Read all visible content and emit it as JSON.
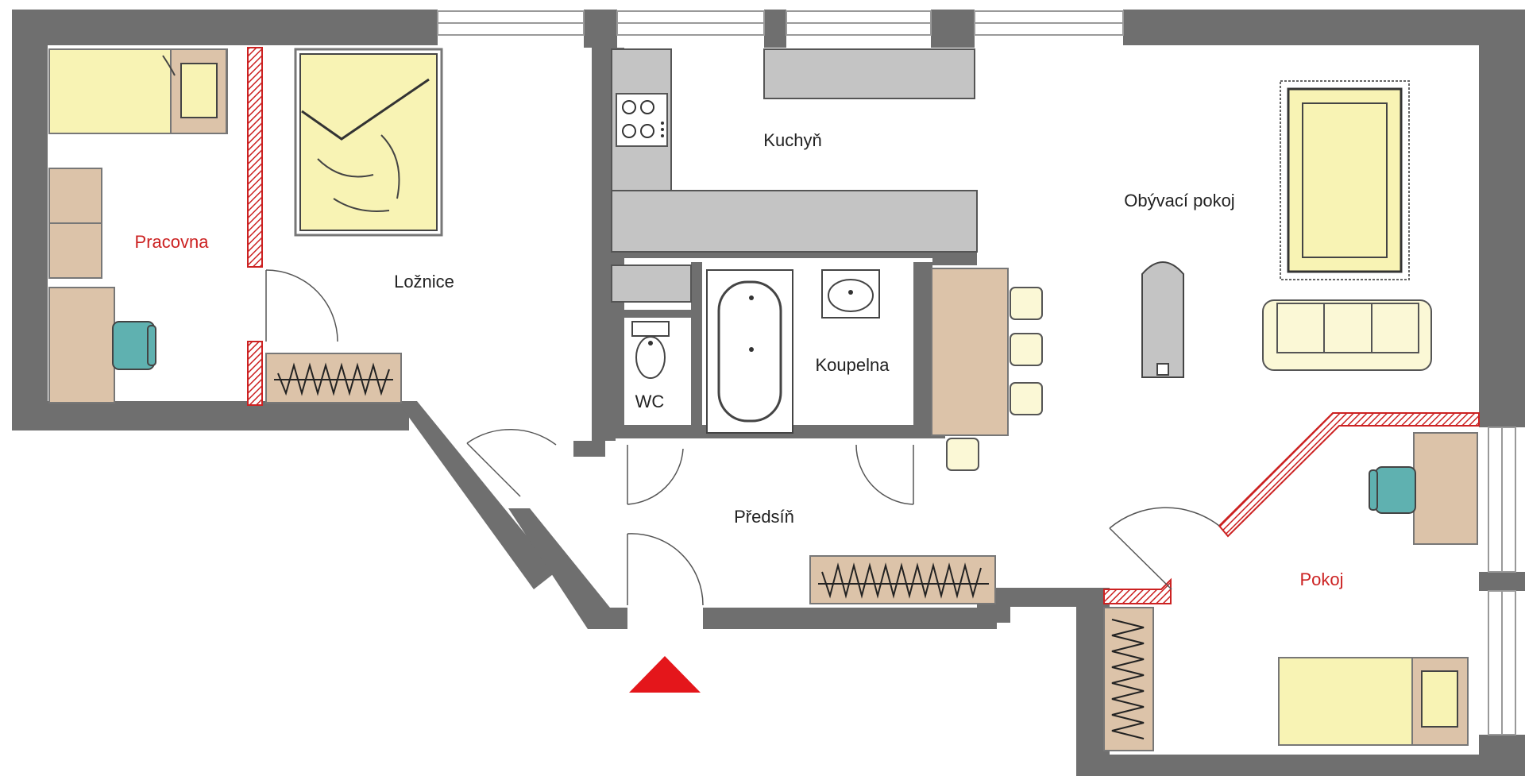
{
  "rooms": {
    "pracovna": "Pracovna",
    "loznice": "Ložnice",
    "kuchyn": "Kuchyň",
    "obyvaci": "Obývací pokoj",
    "wc": "WC",
    "koupelna": "Koupelna",
    "predsin": "Předsíň",
    "pokoj": "Pokoj"
  },
  "colors": {
    "wall": "#6f6f6f",
    "counter": "#c4c4c4",
    "wood": "#dcc3a9",
    "bedding": "#f8f3b4",
    "chair": "#5fb1b0",
    "partition": "#cc2222",
    "entrance": "#e4161b"
  },
  "icons": [
    "bed-icon",
    "desk-icon",
    "chair-icon",
    "stove-icon",
    "bathtub-icon",
    "sink-icon",
    "toilet-icon",
    "sofa-icon",
    "rug-icon",
    "wardrobe-icon",
    "door-icon",
    "window-icon",
    "entrance-arrow-icon"
  ]
}
